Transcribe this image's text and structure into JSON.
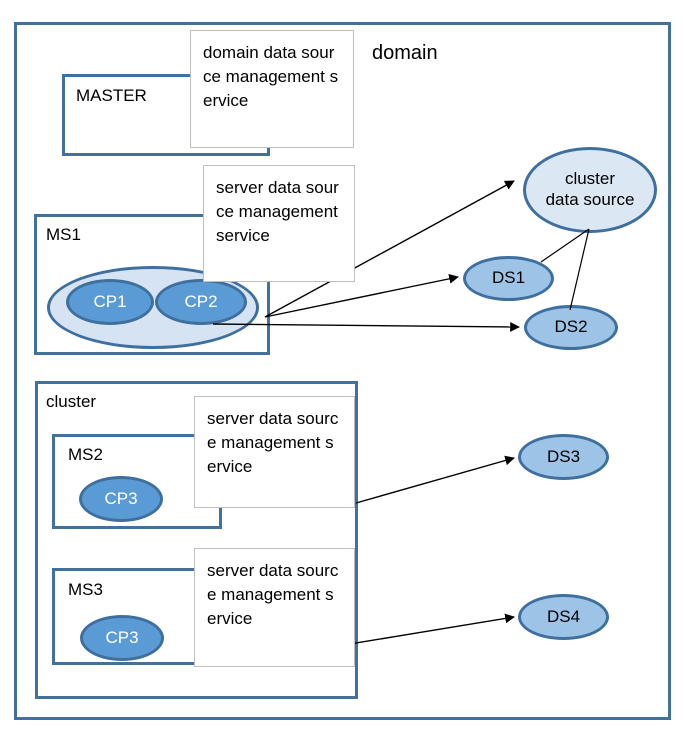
{
  "diagram": {
    "title": "domain",
    "containers": [
      {
        "id": "domain",
        "label": "domain"
      },
      {
        "id": "master",
        "label": "MASTER"
      },
      {
        "id": "ms1",
        "label": "MS1"
      },
      {
        "id": "cluster",
        "label": "cluster"
      },
      {
        "id": "ms2",
        "label": "MS2"
      },
      {
        "id": "ms3",
        "label": "MS3"
      }
    ],
    "notes": [
      {
        "id": "note-domain-dsms",
        "text": "domain data source management service"
      },
      {
        "id": "note-ms1-sdsms",
        "text": "server data source management service"
      },
      {
        "id": "note-ms2-sdsms",
        "text": "server data source management service"
      },
      {
        "id": "note-ms3-sdsms",
        "text": "server data source management service"
      }
    ],
    "nodes": [
      {
        "id": "cluster-data-source",
        "label_line1": "cluster",
        "label_line2": "data source"
      },
      {
        "id": "cp1",
        "label": "CP1"
      },
      {
        "id": "cp2",
        "label": "CP2"
      },
      {
        "id": "cp3a",
        "label": "CP3"
      },
      {
        "id": "cp3b",
        "label": "CP3"
      },
      {
        "id": "ds1",
        "label": "DS1"
      },
      {
        "id": "ds2",
        "label": "DS2"
      },
      {
        "id": "ds3",
        "label": "DS3"
      },
      {
        "id": "ds4",
        "label": "DS4"
      }
    ],
    "edges": [
      {
        "id": "e-ms1-clusterds",
        "from": "ms1-service",
        "to": "cluster-data-source",
        "arrow": true
      },
      {
        "id": "e-ms1-ds1",
        "from": "ms1-service",
        "to": "ds1",
        "arrow": true
      },
      {
        "id": "e-ms1-ds2",
        "from": "ms1-service",
        "to": "ds2",
        "arrow": true
      },
      {
        "id": "e-clusterds-ds1",
        "from": "cluster-data-source",
        "to": "ds1",
        "arrow": false
      },
      {
        "id": "e-clusterds-ds2",
        "from": "cluster-data-source",
        "to": "ds2",
        "arrow": false
      },
      {
        "id": "e-ms2-ds3",
        "from": "ms2-service",
        "to": "ds3",
        "arrow": true
      },
      {
        "id": "e-ms3-ds4",
        "from": "ms3-service",
        "to": "ds4",
        "arrow": true
      }
    ],
    "colors": {
      "container_border": "#41719C",
      "note_border": "#BFBFBF",
      "node_fill_cp": "#5B9BD5",
      "node_fill_ds": "#9DC3E6",
      "node_fill_light": "#DCE7F4",
      "node_stroke": "#3F6F9F",
      "edge": "#000000",
      "background": "#FFFFFF"
    }
  }
}
